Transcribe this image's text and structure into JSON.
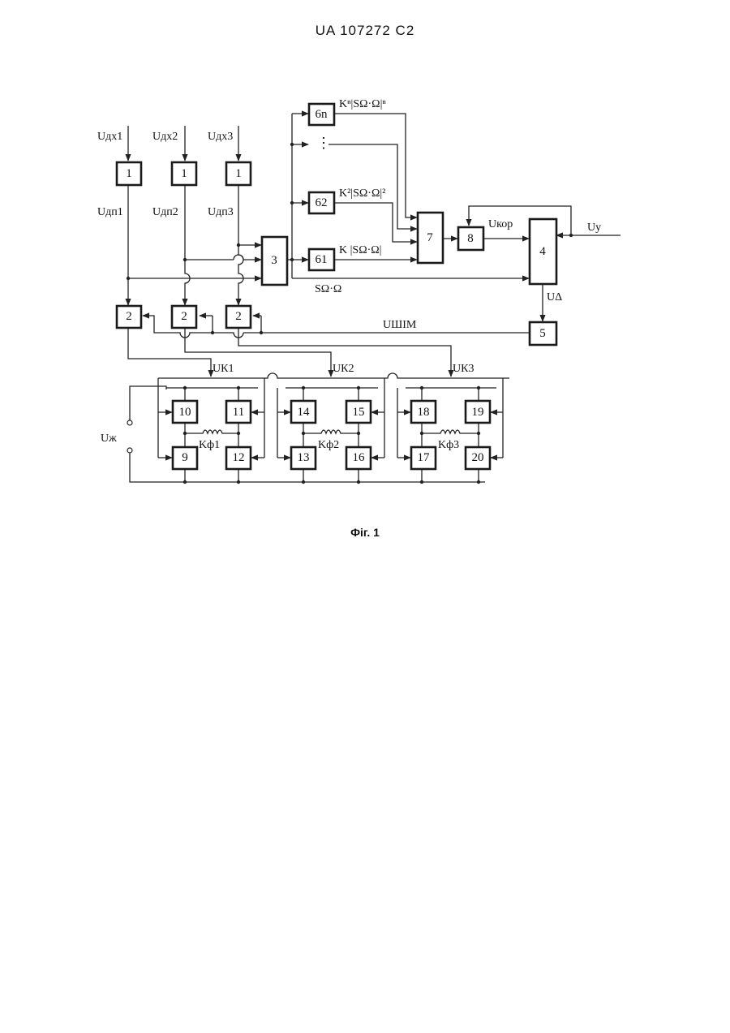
{
  "header": "UA   107272   C2",
  "caption": "Фіг. 1",
  "blocks": {
    "b1": "1",
    "b2": "2",
    "b3": "3",
    "b4": "4",
    "b5": "5",
    "b6n": "6n",
    "b62": "62",
    "b61": "61",
    "b7": "7",
    "b8": "8",
    "b9": "9",
    "b10": "10",
    "b11": "11",
    "b12": "12",
    "b13": "13",
    "b14": "14",
    "b15": "15",
    "b16": "16",
    "b17": "17",
    "b18": "18",
    "b19": "19",
    "b20": "20"
  },
  "labels": {
    "u_dx1": "Uдх1",
    "u_dx2": "Uдх2",
    "u_dx3": "Uдх3",
    "u_dp1": "Uдп1",
    "u_dp2": "Uдп2",
    "u_dp3": "Uдп3",
    "kn": "Kⁿ|SΩ·Ω|ⁿ",
    "k2": "K²|SΩ·Ω|²",
    "k1": "K |SΩ·Ω|",
    "dots": "⋮",
    "s_omega": "SΩ·Ω",
    "u_kor": "Uкор",
    "u_y": "Uу",
    "u_delta": "UΔ",
    "u_shim": "UШІМ",
    "u_k1": "UК1",
    "u_k2": "UК2",
    "u_k3": "UК3",
    "u_zh": "Uж",
    "k_f1": "Kф1",
    "k_f2": "Kф2",
    "k_f3": "Kф3"
  }
}
